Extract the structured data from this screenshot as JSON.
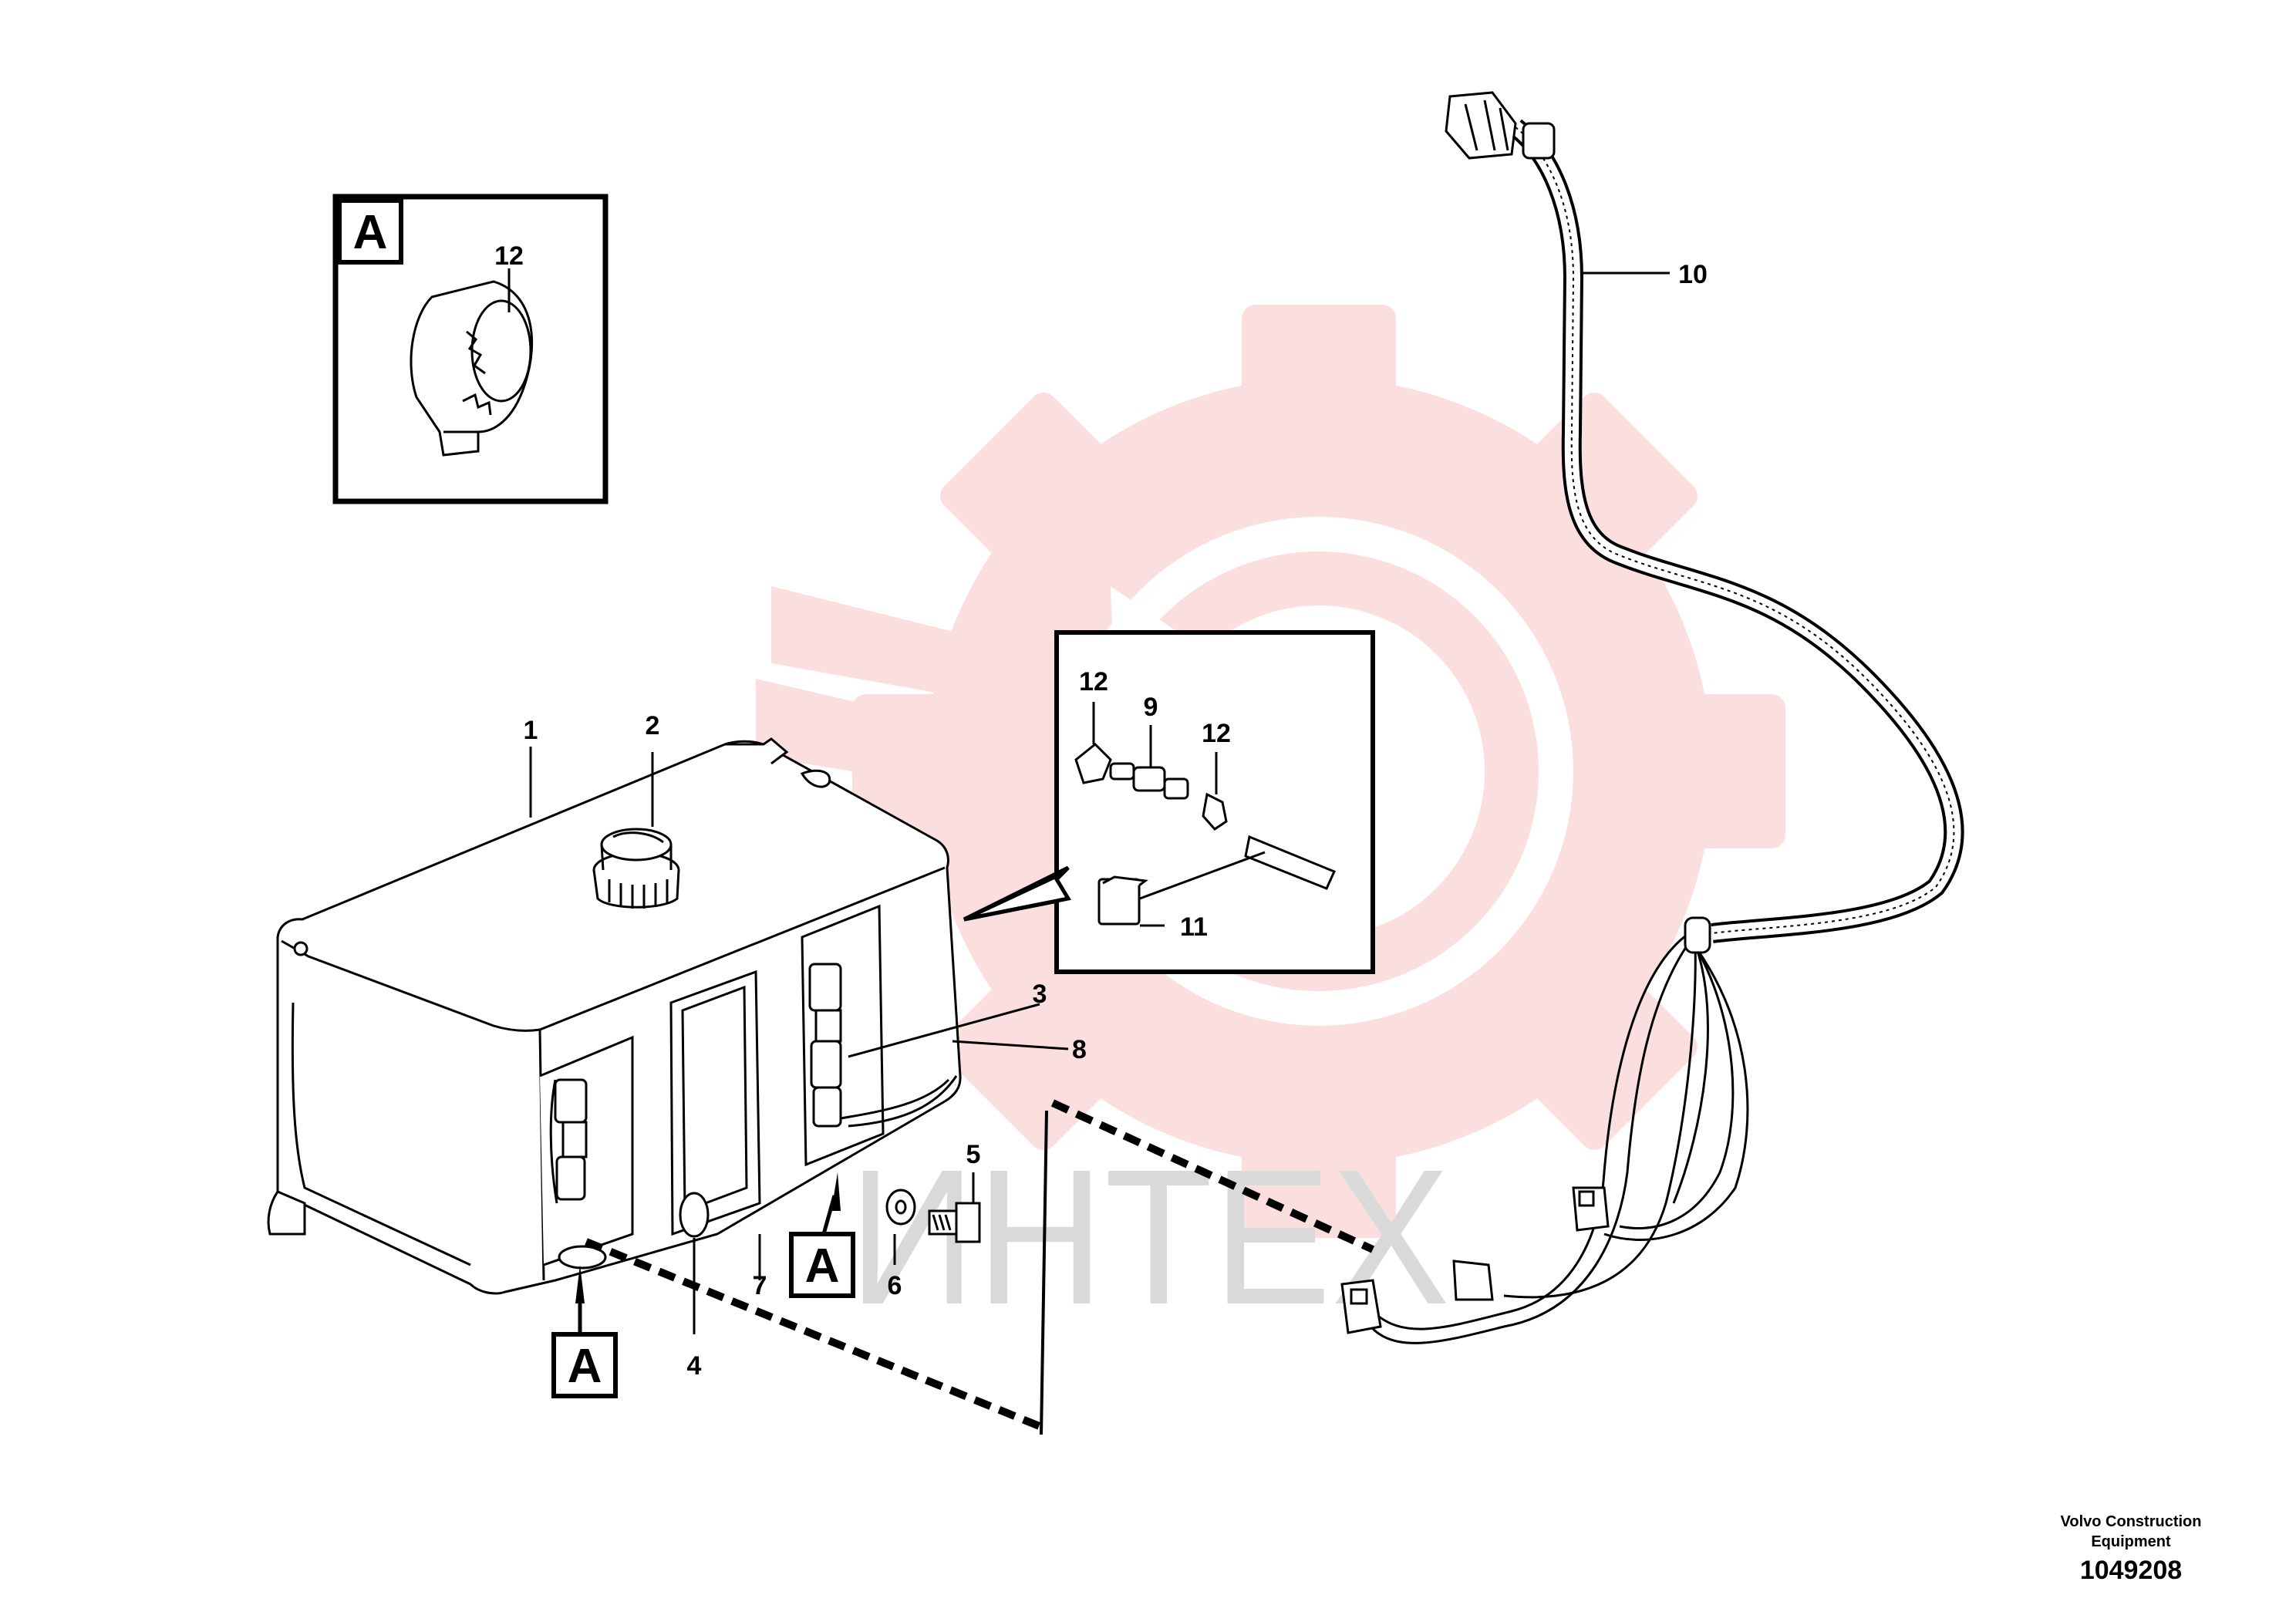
{
  "callouts": {
    "c1": "1",
    "c2": "2",
    "c3": "3",
    "c4": "4",
    "c5": "5",
    "c6": "6",
    "c7": "7",
    "c8": "8",
    "c9": "9",
    "c10": "10",
    "c11": "11",
    "c12_detail": "12",
    "c12_inset_left": "12",
    "c12_inset_right": "12"
  },
  "reference_boxes": {
    "detail_header": "A",
    "ref_bottom_left": "A",
    "ref_bottom_mid": "A"
  },
  "watermark": {
    "text": "ИНТЕХ",
    "color": "#f7c5c5"
  },
  "footer": {
    "company_line1": "Volvo Construction",
    "company_line2": "Equipment",
    "drawing_number": "1049208"
  }
}
